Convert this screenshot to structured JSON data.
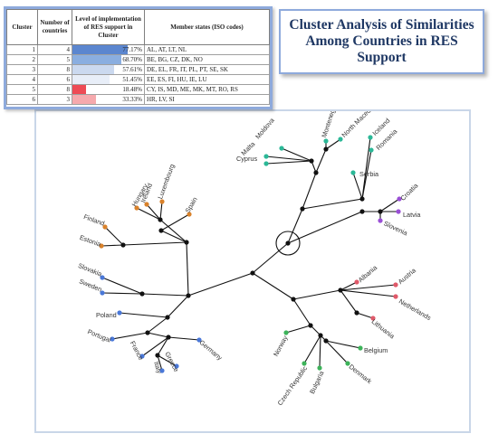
{
  "title": "Cluster Analysis of Similarities Among Countries in RES Support",
  "table": {
    "headers": [
      "Cluster",
      "Number of countries",
      "Level of implementation of RES support in Cluster",
      "Member states (ISO codes)"
    ],
    "rows": [
      {
        "cluster": "1",
        "count": "4",
        "level": "77.17%",
        "level_value": 77.17,
        "members": "AL, AT, LT, NL"
      },
      {
        "cluster": "2",
        "count": "5",
        "level": "68.70%",
        "level_value": 68.7,
        "members": "BE, BG, CZ, DK, NO"
      },
      {
        "cluster": "3",
        "count": "8",
        "level": "57.61%",
        "level_value": 57.61,
        "members": "DE, EL, FR, IT, PL, PT, SE, SK"
      },
      {
        "cluster": "4",
        "count": "6",
        "level": "51.45%",
        "level_value": 51.45,
        "members": "EE, ES, FI, HU, IE, LU"
      },
      {
        "cluster": "5",
        "count": "8",
        "level": "18.48%",
        "level_value": 18.48,
        "members": "CY, IS, MD, ME, MK, MT, RO, RS"
      },
      {
        "cluster": "6",
        "count": "3",
        "level": "33.33%",
        "level_value": 33.33,
        "members": "HR, LV, SI"
      }
    ],
    "bar_colors": [
      "#5b86cf",
      "#8aaee0",
      "#cbd9ef",
      "#e8eef8",
      "#ee4b55",
      "#f6a9ad"
    ]
  },
  "tree": {
    "cluster_colors": {
      "c1": "#e05a6a",
      "c2": "#3db35a",
      "c3": "#4a78d8",
      "c4": "#d9822b",
      "c5": "#2bb897",
      "c6": "#9a4fd6"
    },
    "leaves": [
      {
        "label": "Moldova",
        "cluster": "c5"
      },
      {
        "label": "Montenegro",
        "cluster": "c5"
      },
      {
        "label": "North Macedonia",
        "cluster": "c5"
      },
      {
        "label": "Malta",
        "cluster": "c5"
      },
      {
        "label": "Cyprus",
        "cluster": "c5"
      },
      {
        "label": "Iceland",
        "cluster": "c5"
      },
      {
        "label": "Romania",
        "cluster": "c5"
      },
      {
        "label": "Serbia",
        "cluster": "c5"
      },
      {
        "label": "Croatia",
        "cluster": "c6"
      },
      {
        "label": "Latvia",
        "cluster": "c6"
      },
      {
        "label": "Slovenia",
        "cluster": "c6"
      },
      {
        "label": "Luxembourg",
        "cluster": "c4"
      },
      {
        "label": "Ireland",
        "cluster": "c4"
      },
      {
        "label": "Hungary",
        "cluster": "c4"
      },
      {
        "label": "Spain",
        "cluster": "c4"
      },
      {
        "label": "Finland",
        "cluster": "c4"
      },
      {
        "label": "Estonia",
        "cluster": "c4"
      },
      {
        "label": "Slovakia",
        "cluster": "c3"
      },
      {
        "label": "Sweden",
        "cluster": "c3"
      },
      {
        "label": "Poland",
        "cluster": "c3"
      },
      {
        "label": "Portugal",
        "cluster": "c3"
      },
      {
        "label": "France",
        "cluster": "c3"
      },
      {
        "label": "Italy",
        "cluster": "c3"
      },
      {
        "label": "Greece",
        "cluster": "c3"
      },
      {
        "label": "Germany",
        "cluster": "c3"
      },
      {
        "label": "Albania",
        "cluster": "c1"
      },
      {
        "label": "Austria",
        "cluster": "c1"
      },
      {
        "label": "Netherlands",
        "cluster": "c1"
      },
      {
        "label": "Lithuania",
        "cluster": "c1"
      },
      {
        "label": "Belgium",
        "cluster": "c2"
      },
      {
        "label": "Norway",
        "cluster": "c2"
      },
      {
        "label": "Czech Republic",
        "cluster": "c2"
      },
      {
        "label": "Bulgaria",
        "cluster": "c2"
      },
      {
        "label": "Denmark",
        "cluster": "c2"
      }
    ]
  }
}
